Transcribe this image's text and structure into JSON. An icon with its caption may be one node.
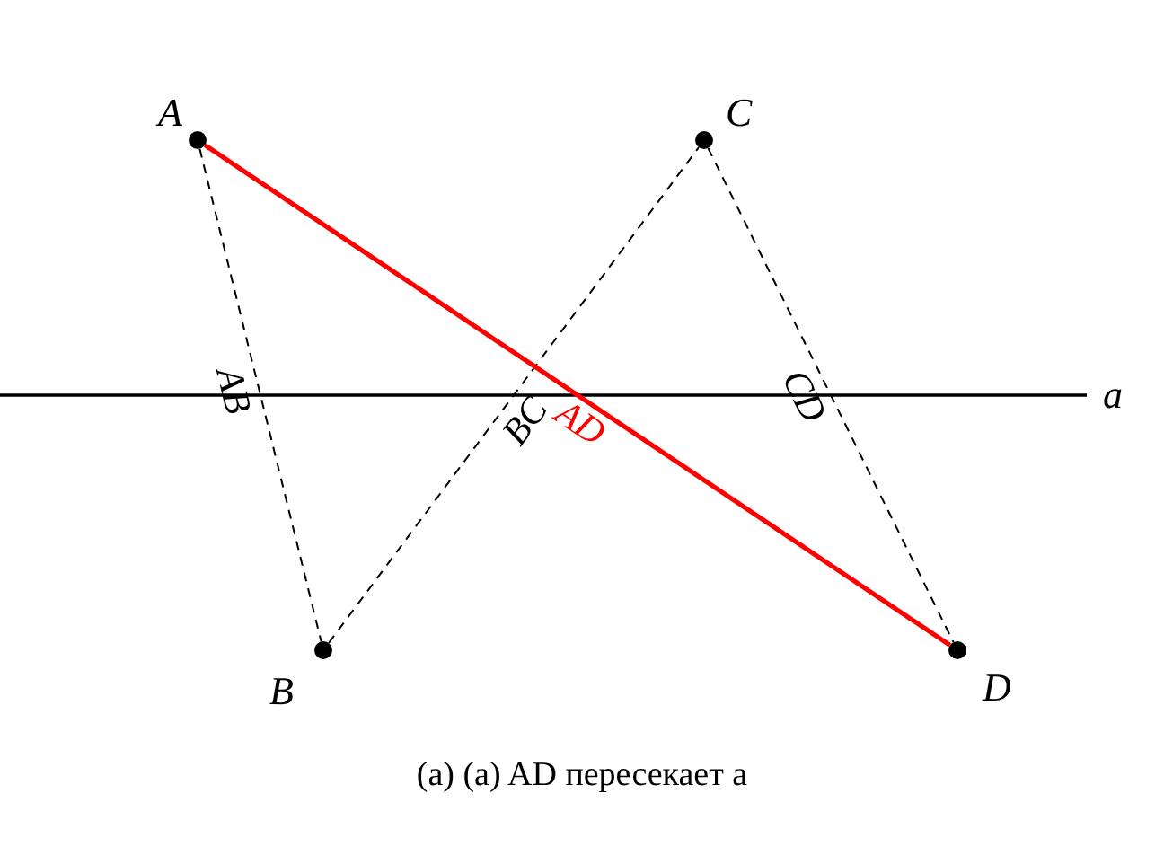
{
  "diagram": {
    "caption": "(a) (a) AD пересекает а",
    "nodes": [
      {
        "text": [
          "A"
        ]
      },
      {
        "text": [
          "C"
        ]
      },
      {
        "text": [
          "B"
        ]
      },
      {
        "text": [
          "D"
        ]
      }
    ],
    "edges": [
      {
        "from": 0,
        "to": 2,
        "arrow": "none",
        "label": "AB",
        "style": "dashed"
      },
      {
        "from": 2,
        "to": 1,
        "arrow": "none",
        "label": "BC",
        "style": "dashed"
      },
      {
        "from": 1,
        "to": 3,
        "arrow": "none",
        "label": "CD",
        "style": "dashed"
      },
      {
        "from": 0,
        "to": 3,
        "arrow": "none",
        "label": "AD",
        "style": "thick",
        "color": "#ff0000"
      }
    ],
    "labels": [
      "a"
    ]
  }
}
